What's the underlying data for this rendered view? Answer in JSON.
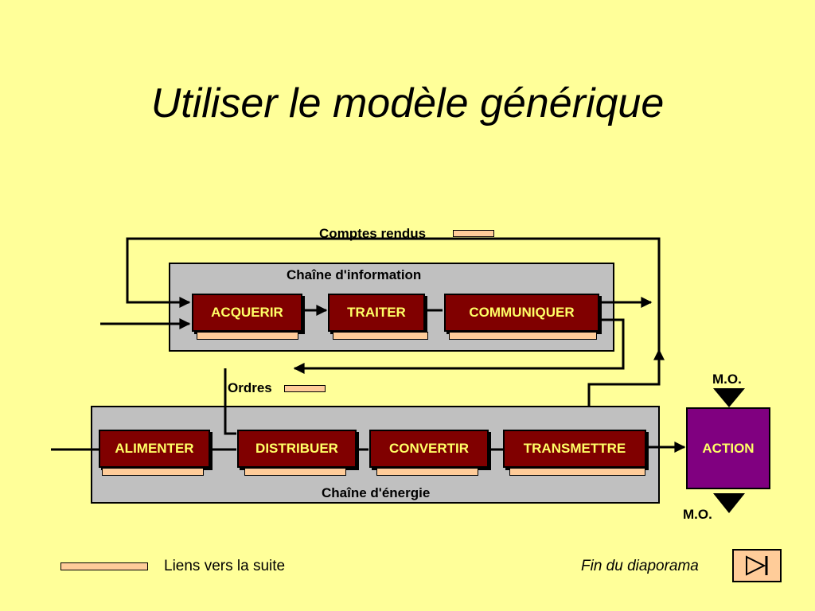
{
  "title": "Utiliser le modèle générique",
  "info_chain": {
    "label": "Chaîne d'information",
    "functions": [
      "ACQUERIR",
      "TRAITER",
      "COMMUNIQUER"
    ]
  },
  "energy_chain": {
    "label": "Chaîne d'énergie",
    "functions": [
      "ALIMENTER",
      "DISTRIBUER",
      "CONVERTIR",
      "TRANSMETTRE"
    ]
  },
  "flows": {
    "comptes_rendus": "Comptes rendus",
    "ordres": "Ordres"
  },
  "action": {
    "label": "ACTION",
    "mo_top": "M.O.",
    "mo_bottom": "M.O."
  },
  "footer": {
    "legend": "Liens vers la suite",
    "end": "Fin du diaporama"
  }
}
